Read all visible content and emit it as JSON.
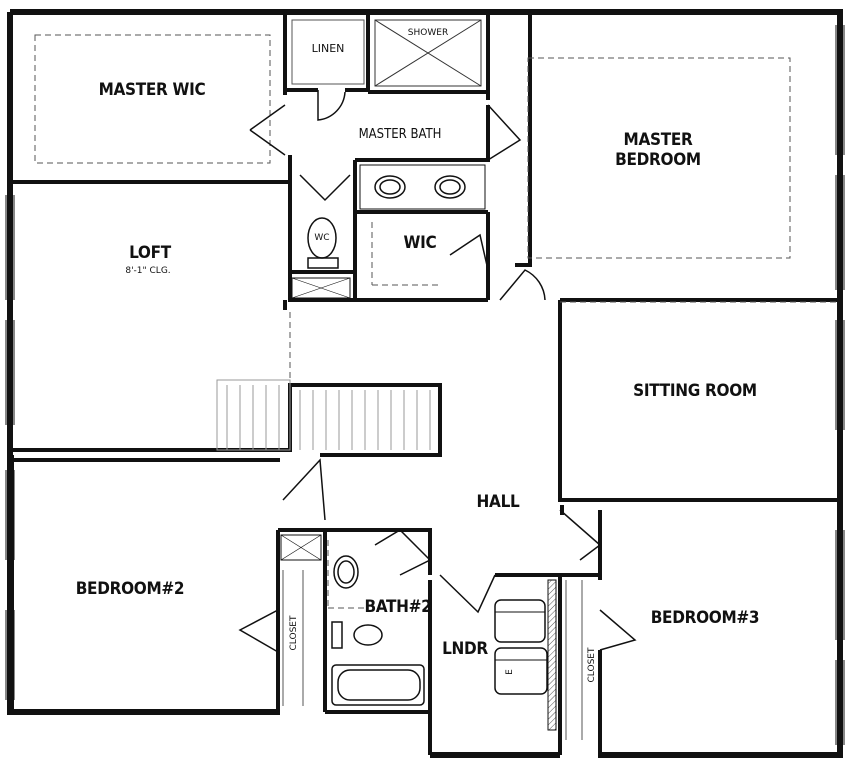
{
  "rooms": {
    "master_wic": "MASTER WIC",
    "linen": "LINEN",
    "shower": "SHOWER",
    "master_bath": "MASTER BATH",
    "master_bedroom_line1": "MASTER",
    "master_bedroom_line2": "BEDROOM",
    "wc": "WC",
    "wic": "WIC",
    "loft": "LOFT",
    "loft_ceiling": "8'-1\" CLG.",
    "sitting_room": "SITTING ROOM",
    "hall": "HALL",
    "bedroom2": "BEDROOM#2",
    "bath2": "BATH#2",
    "lndr": "LNDR",
    "bedroom3": "BEDROOM#3",
    "closet_left": "CLOSET",
    "closet_right": "CLOSET",
    "dryer_mark": "E"
  }
}
